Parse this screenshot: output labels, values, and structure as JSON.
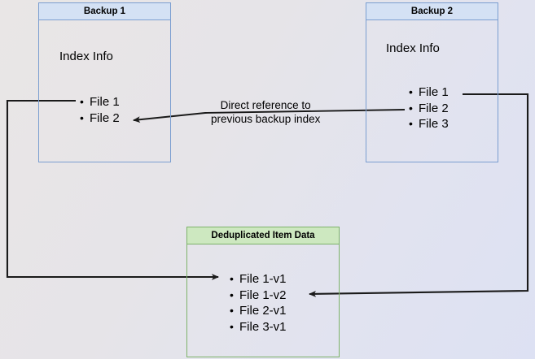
{
  "diagram": {
    "background_gradient_from": "#e9e6e6",
    "background_gradient_to": "#dde1f3",
    "boxes": [
      {
        "id": "backup-1",
        "header": "Backup 1",
        "title": "Index Info",
        "accent": "#7b9ed0",
        "header_fill": "#d4e1f4",
        "items": [
          "File 1",
          "File 2"
        ]
      },
      {
        "id": "backup-2",
        "header": "Backup 2",
        "title": "Index Info",
        "accent": "#7b9ed0",
        "header_fill": "#d4e1f4",
        "items": [
          "File 1",
          "File 2",
          "File 3"
        ]
      },
      {
        "id": "dedup-store",
        "header": "Deduplicated Item Data",
        "accent": "#7db26a",
        "header_fill": "#cde8c0",
        "items": [
          "File 1-v1",
          "File 1-v2",
          "File 2-v1",
          "File 3-v1"
        ]
      }
    ],
    "annotations": {
      "direct_reference_line1": "Direct reference to",
      "direct_reference_line2": "previous backup index"
    },
    "edge_color": "#1a1a1a"
  }
}
